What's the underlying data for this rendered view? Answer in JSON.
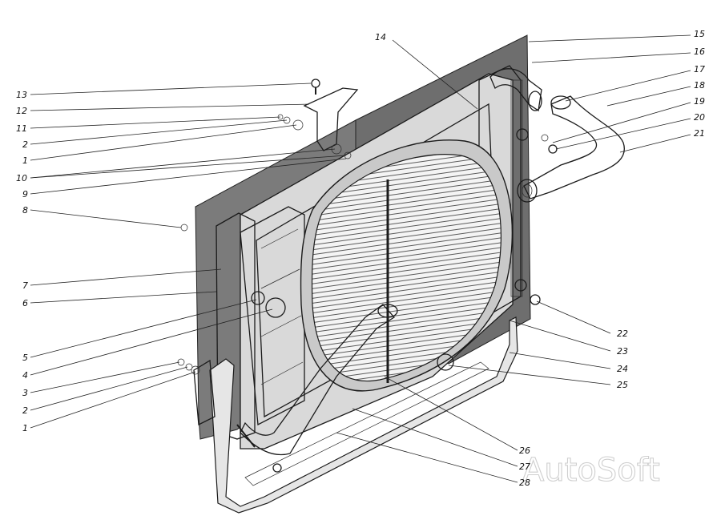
{
  "watermark": "AutoSoft",
  "callouts": {
    "l13": "13",
    "l12": "12",
    "l11": "11",
    "l2a": "2",
    "l1a": "1",
    "l10": "10",
    "l9": "9",
    "l8": "8",
    "l7": "7",
    "l6": "6",
    "l5": "5",
    "l4": "4",
    "l3": "3",
    "l2b": "2",
    "l1b": "1",
    "l14": "14",
    "r15": "15",
    "r16": "16",
    "r17": "17",
    "r18": "18",
    "r19": "19",
    "r20": "20",
    "r21": "21",
    "r22": "22",
    "r23": "23",
    "r24": "24",
    "r25": "25",
    "r26": "26",
    "r27": "27",
    "r28": "28"
  }
}
